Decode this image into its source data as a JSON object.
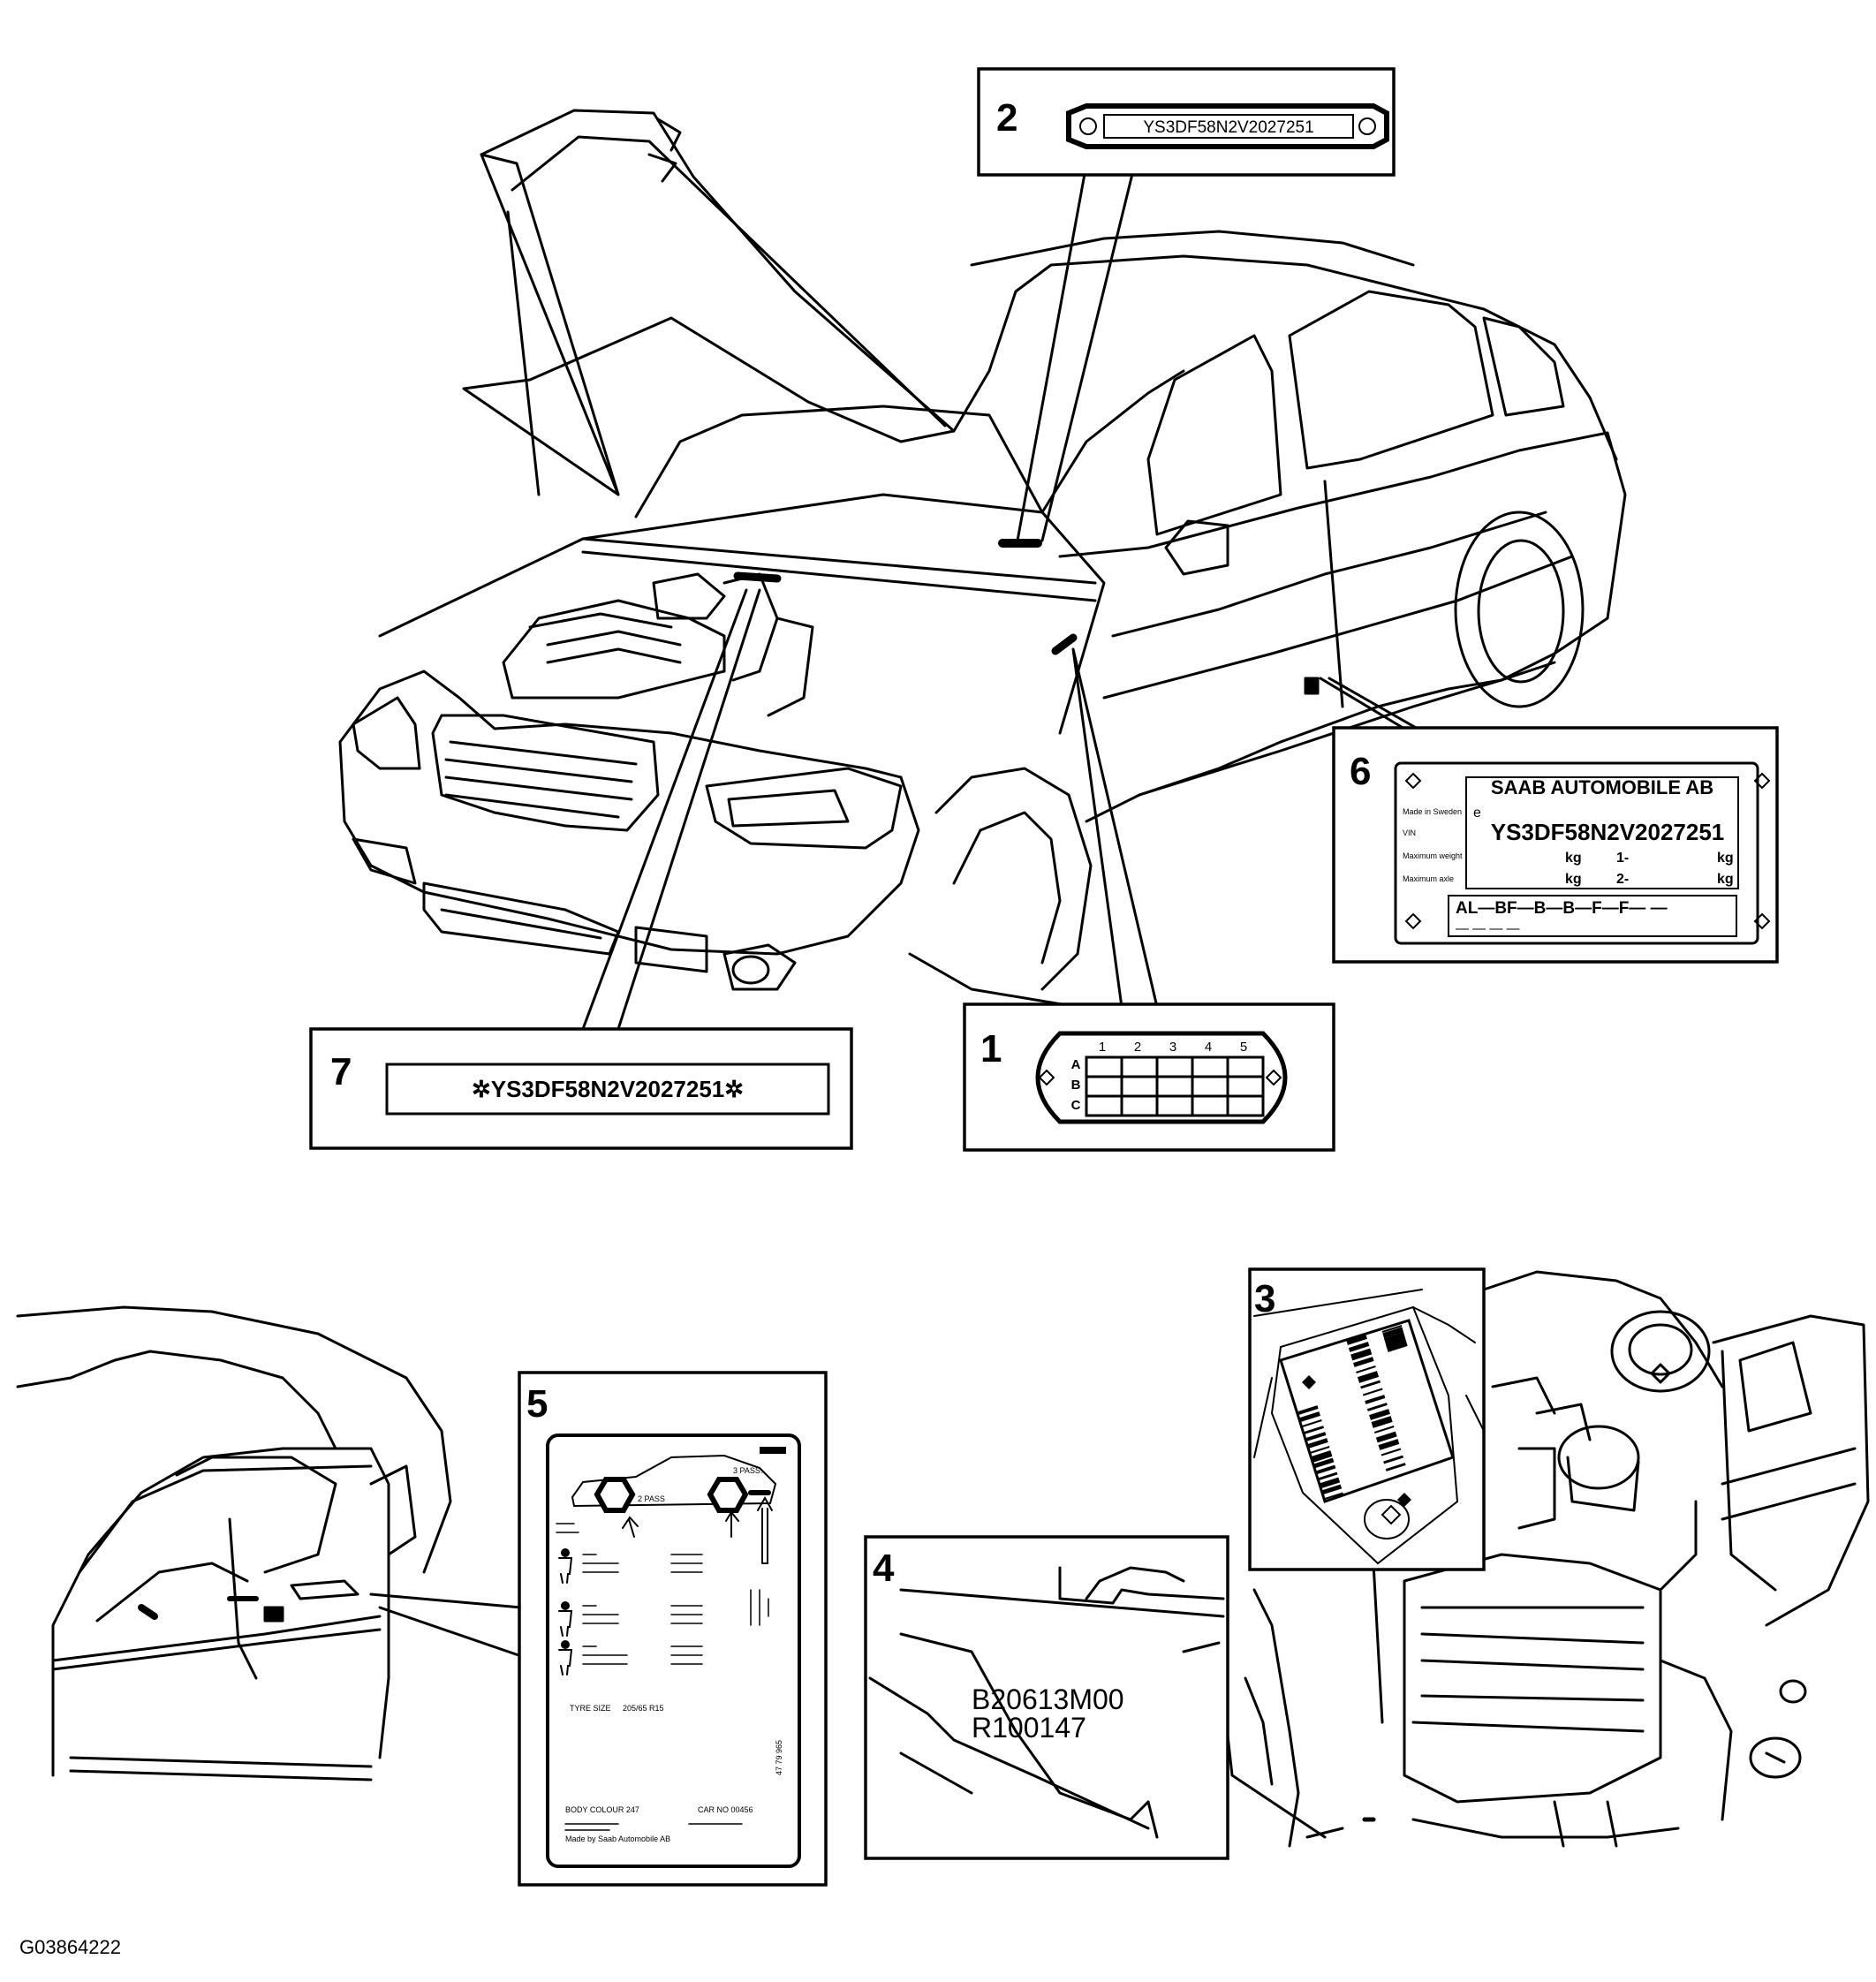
{
  "figure_id": "G03864222",
  "callouts": {
    "c1": {
      "number": "1",
      "cols": [
        "1",
        "2",
        "3",
        "4",
        "5"
      ],
      "rows": [
        "A",
        "B",
        "C"
      ]
    },
    "c2": {
      "number": "2",
      "vin": "YS3DF58N2V2027251"
    },
    "c3": {
      "number": "3"
    },
    "c4": {
      "number": "4",
      "line1": "B20613M00",
      "line2": "R100147"
    },
    "c5": {
      "number": "5",
      "pass3": "3 PASS.",
      "pass2": "2 PASS",
      "side_code": "47 79 965",
      "tyre": "TYRE SIZE",
      "tyre_val": "205/65 R15",
      "body": "BODY COLOUR 247",
      "carno": "CAR NO 00456",
      "made": "Made by Saab Automobile AB"
    },
    "c6": {
      "number": "6",
      "maker": "SAAB AUTOMOBILE AB",
      "e_mark": "e",
      "vin": "YS3DF58N2V2027251",
      "kg": "kg",
      "a1": "1-",
      "a2": "2-",
      "code": "AL—BF—B—B—F—F— —",
      "dashes": "— — — —",
      "left_labels": [
        "Made in Sweden",
        "VIN",
        "Maximum weight",
        "Maximum axle"
      ]
    },
    "c7": {
      "number": "7",
      "vin": "✲YS3DF58N2V2027251✲"
    }
  }
}
